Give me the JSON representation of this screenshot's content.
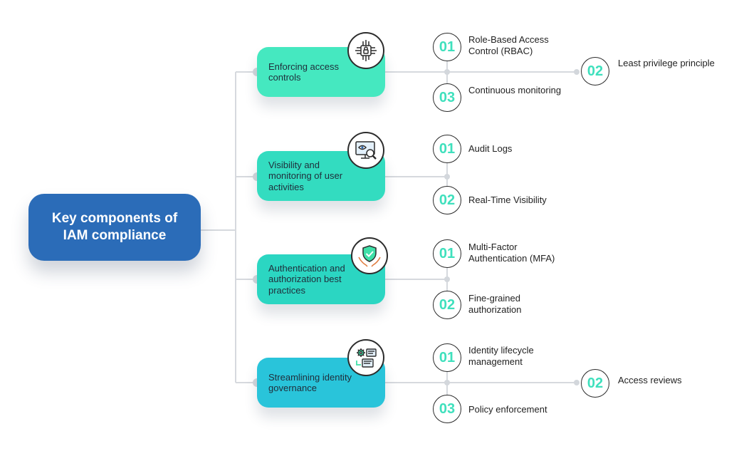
{
  "colors": {
    "root": "#2b6cb8",
    "branch_1": "#45e8c0",
    "branch_2": "#33dcc0",
    "branch_3": "#2bd6c2",
    "branch_4": "#29c4da",
    "number_text": "#3fe0bd",
    "connector": "#d6d9de"
  },
  "root": {
    "title": "Key components of IAM compliance"
  },
  "branches": [
    {
      "label": "Enforcing access controls",
      "icon": "circuit-lock-icon",
      "items": [
        {
          "num": "01",
          "label": "Role-Based Access Control (RBAC)"
        },
        {
          "num": "02",
          "label": "Least privilege principle"
        },
        {
          "num": "03",
          "label": "Continuous monitoring"
        }
      ]
    },
    {
      "label": "Visibility and monitoring of user activities",
      "icon": "monitor-magnifier-icon",
      "items": [
        {
          "num": "01",
          "label": "Audit Logs"
        },
        {
          "num": "02",
          "label": "Real-Time Visibility"
        }
      ]
    },
    {
      "label": "Authentication and authorization best practices",
      "icon": "shield-hands-icon",
      "items": [
        {
          "num": "01",
          "label": "Multi-Factor Authentication (MFA)"
        },
        {
          "num": "02",
          "label": "Fine-grained authorization"
        }
      ]
    },
    {
      "label": "Streamlining identity governance",
      "icon": "gear-documents-icon",
      "items": [
        {
          "num": "01",
          "label": "Identity lifecycle management"
        },
        {
          "num": "02",
          "label": "Access reviews"
        },
        {
          "num": "03",
          "label": "Policy enforcement"
        }
      ]
    }
  ]
}
